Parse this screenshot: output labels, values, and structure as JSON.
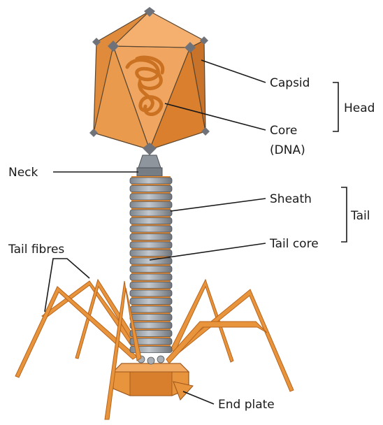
{
  "labels": {
    "capsid": "Capsid",
    "head": "Head",
    "core": "Core",
    "core_sub": "(DNA)",
    "neck": "Neck",
    "sheath": "Sheath",
    "tail": "Tail",
    "tail_core": "Tail core",
    "tail_fibres": "Tail fibres",
    "end_plate": "End plate"
  },
  "colors": {
    "capsid_light": "#f2a55e",
    "capsid_mid": "#e9923f",
    "capsid_dark": "#d47b2a",
    "dna": "#c46818",
    "vertex": "#6f7379",
    "sheath_ring": "#9aa1a8",
    "sheath_gap": "#e58a34",
    "fibre": "#e8943c",
    "line": "#1a1a1a"
  }
}
